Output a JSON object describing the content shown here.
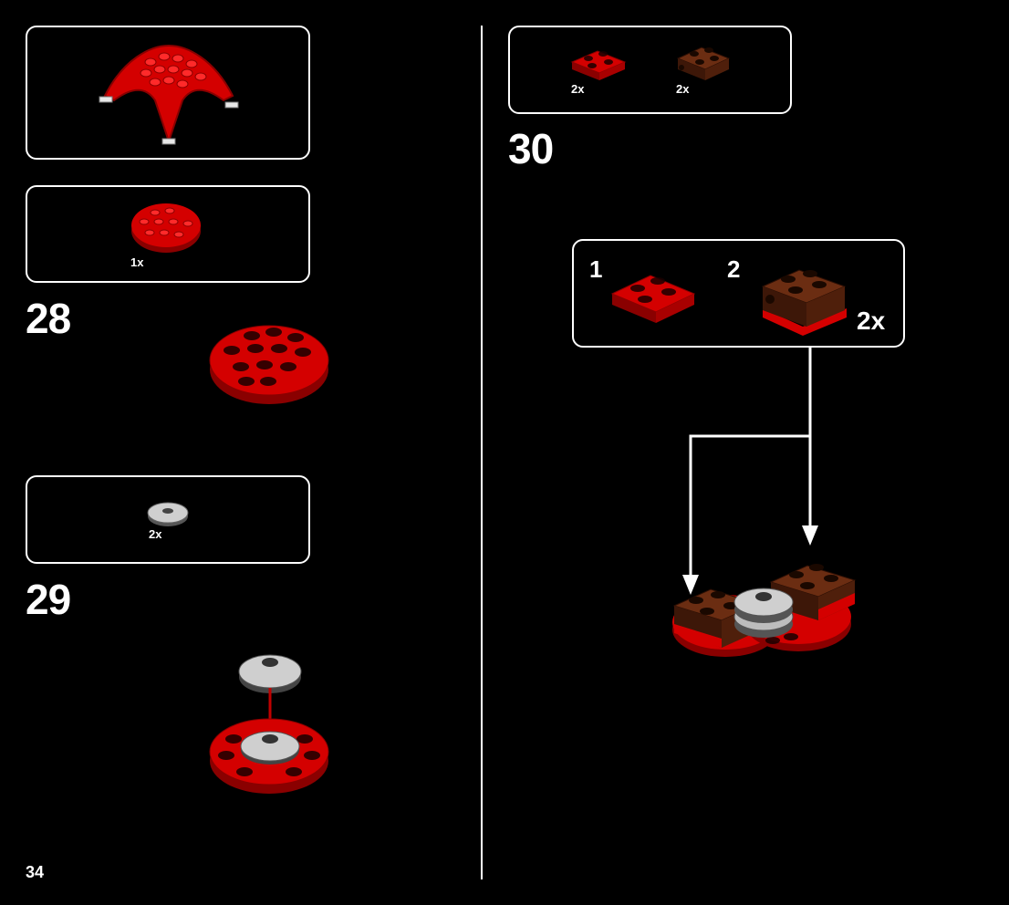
{
  "page": {
    "number": "34"
  },
  "colors": {
    "red": "#d40000",
    "dark_red": "#8a0000",
    "brown": "#6b2d12",
    "gray": "#cfcfcf",
    "white": "#ffffff",
    "background": "#000000"
  },
  "steps": [
    {
      "number": "28",
      "parts": [
        {
          "qty": "1x",
          "part": "red-round-plate-4x4"
        }
      ]
    },
    {
      "number": "29",
      "parts": [
        {
          "qty": "2x",
          "part": "gray-round-tile-2x2"
        }
      ]
    },
    {
      "number": "30",
      "parts": [
        {
          "qty": "2x",
          "part": "red-plate-2x2"
        },
        {
          "qty": "2x",
          "part": "brown-bracket-brick"
        }
      ]
    }
  ],
  "subassembly": {
    "steps": [
      "1",
      "2"
    ],
    "multiplier": "2x"
  }
}
